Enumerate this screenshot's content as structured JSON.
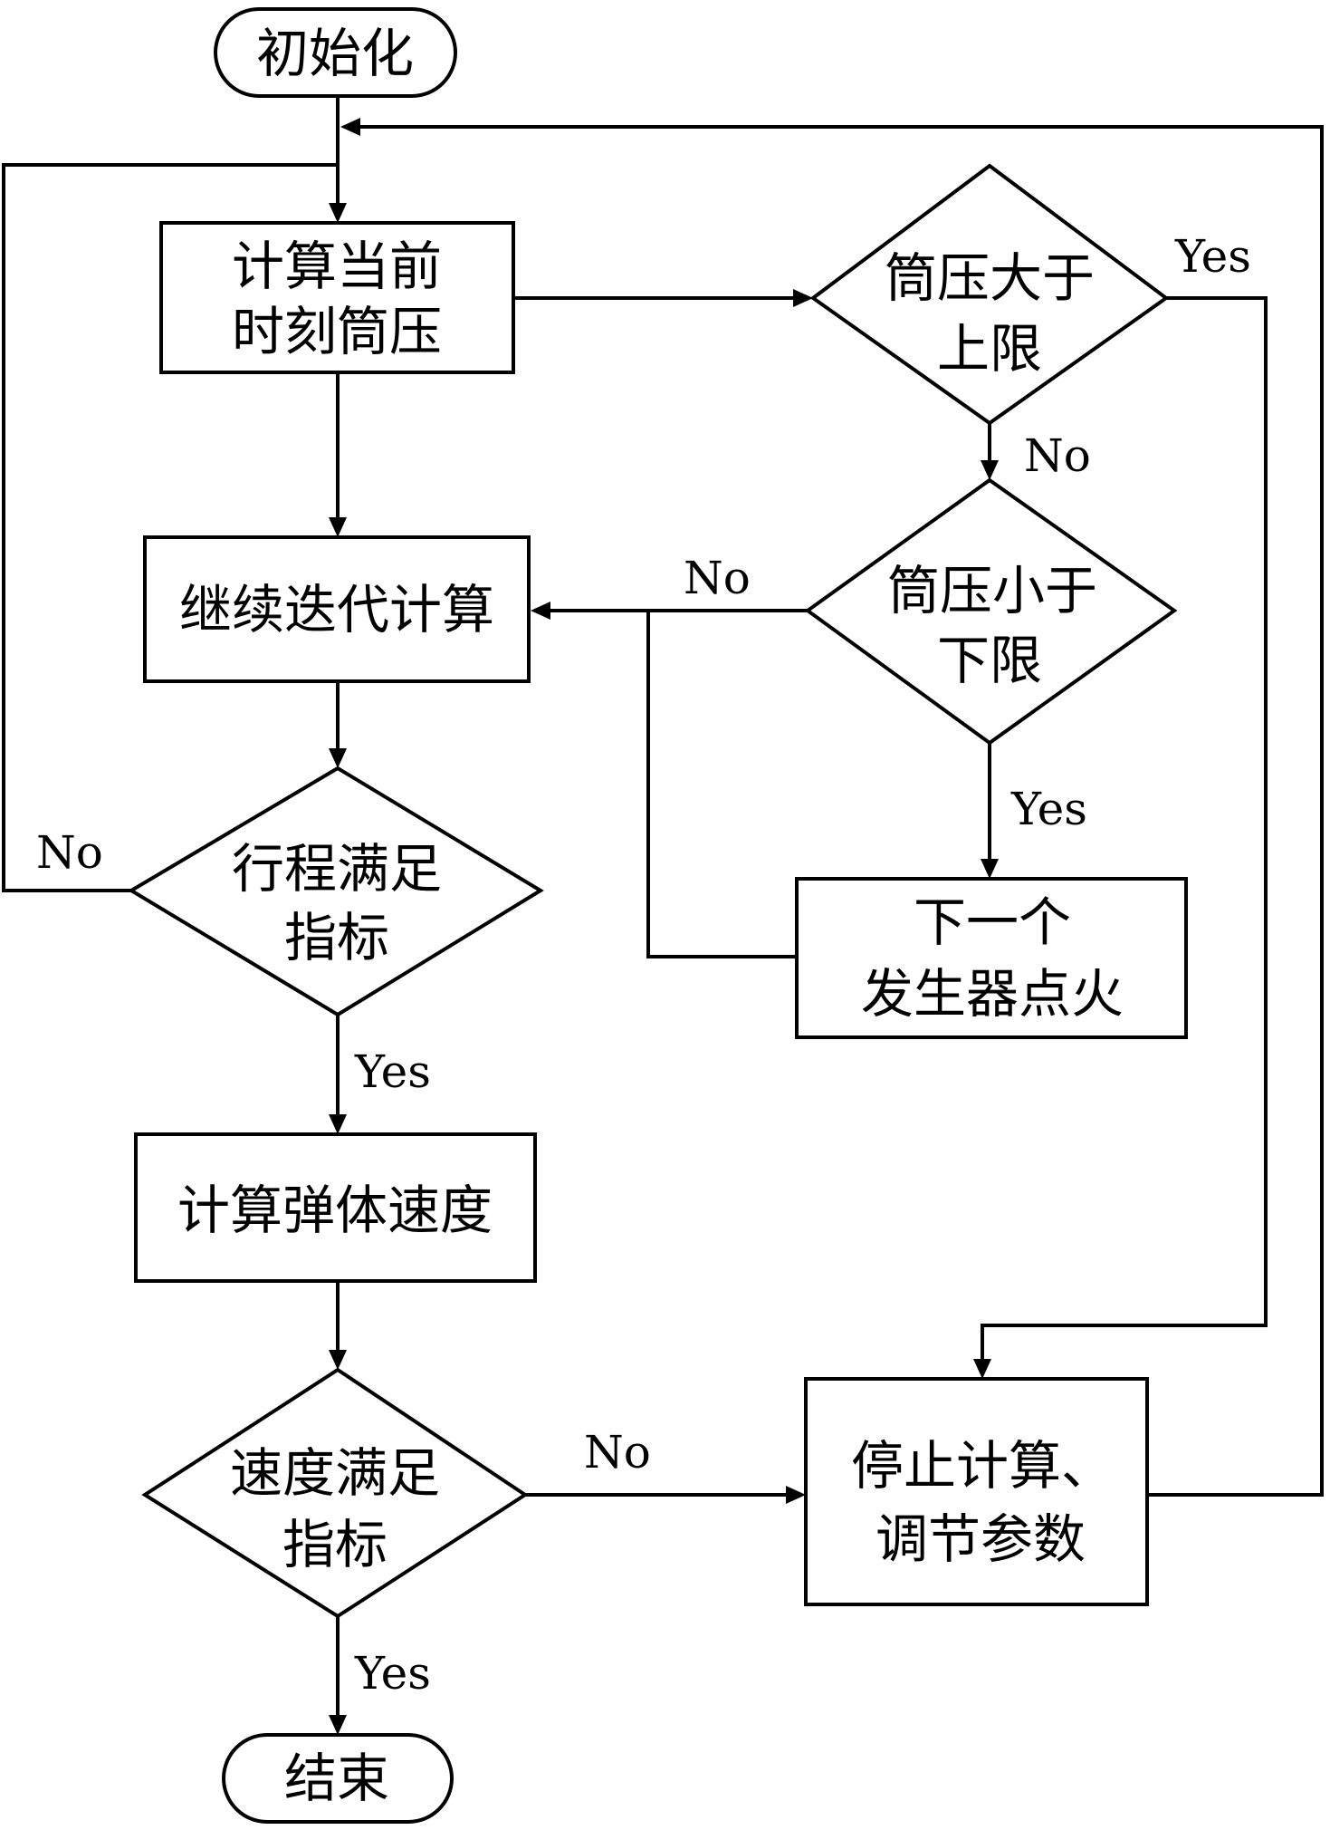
{
  "nodes": {
    "start": {
      "lines": [
        "初始化"
      ]
    },
    "calc_pressure": {
      "lines": [
        "计算当前",
        "时刻筒压"
      ]
    },
    "continue_iter": {
      "lines": [
        "继续迭代计算"
      ]
    },
    "travel_check": {
      "lines": [
        "行程满足",
        "指标"
      ]
    },
    "calc_velocity": {
      "lines": [
        "计算弹体速度"
      ]
    },
    "velocity_check": {
      "lines": [
        "速度满足",
        "指标"
      ]
    },
    "end": {
      "lines": [
        "结束"
      ]
    },
    "upper_check": {
      "lines": [
        "筒压大于",
        "上限"
      ]
    },
    "lower_check": {
      "lines": [
        "筒压小于",
        "下限"
      ]
    },
    "next_ignite": {
      "lines": [
        "下一个",
        "发生器点火"
      ]
    },
    "stop_adjust": {
      "lines": [
        "停止计算、",
        "调节参数"
      ]
    }
  },
  "edge_labels": {
    "upper_yes": "Yes",
    "upper_no": "No",
    "lower_no": "No",
    "lower_yes": "Yes",
    "travel_no": "No",
    "travel_yes": "Yes",
    "velocity_no": "No",
    "velocity_yes": "Yes"
  },
  "colors": {
    "stroke": "#000000",
    "fill": "#ffffff"
  }
}
